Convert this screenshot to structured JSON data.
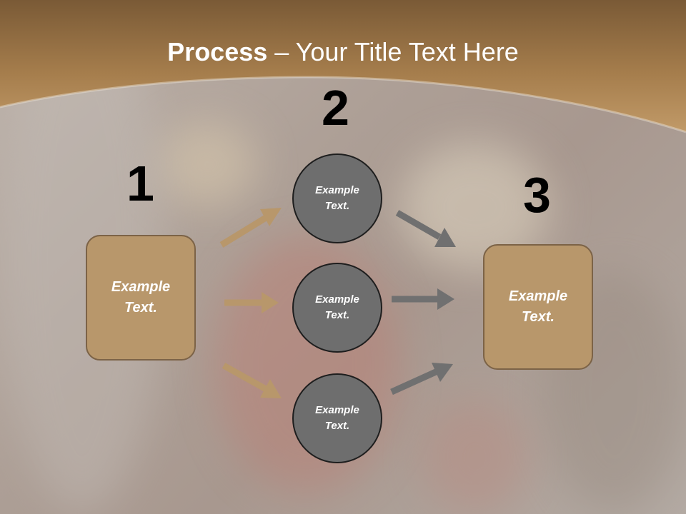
{
  "title": {
    "bold": "Process",
    "rest": " – Your Title Text Here"
  },
  "steps": {
    "one": "1",
    "two": "2",
    "three": "3"
  },
  "left_box": {
    "text": "Example Text."
  },
  "right_box": {
    "text": "Example Text."
  },
  "circles": [
    {
      "text": "Example Text."
    },
    {
      "text": "Example Text."
    },
    {
      "text": "Example Text."
    }
  ],
  "colors": {
    "header": "#a57d4c",
    "box_fill": "#b8976b",
    "circle_fill": "#6e6e6e",
    "tan_arrow": "#b8976b",
    "gray_arrow": "#707070"
  }
}
